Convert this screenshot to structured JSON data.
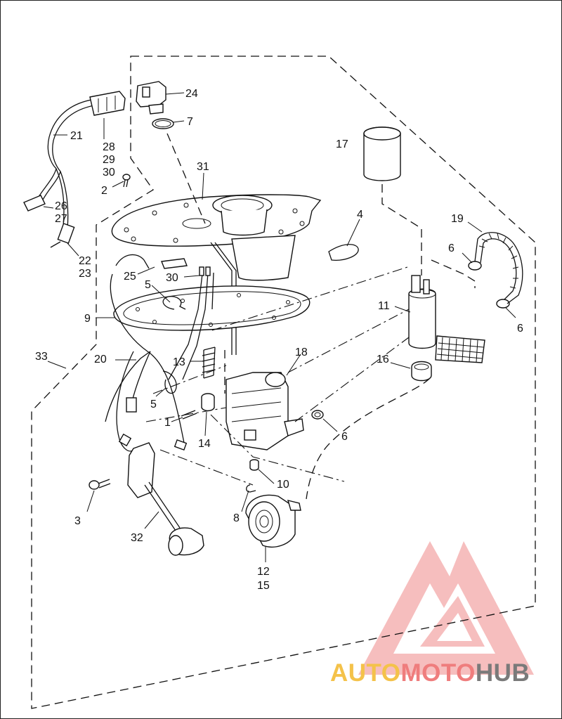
{
  "diagram": {
    "callouts": [
      {
        "id": "c1",
        "text": "1"
      },
      {
        "id": "c2",
        "text": "2"
      },
      {
        "id": "c3",
        "text": "3"
      },
      {
        "id": "c4",
        "text": "4"
      },
      {
        "id": "c5a",
        "text": "5"
      },
      {
        "id": "c5b",
        "text": "5"
      },
      {
        "id": "c6a",
        "text": "6"
      },
      {
        "id": "c6b",
        "text": "6"
      },
      {
        "id": "c6c",
        "text": "6"
      },
      {
        "id": "c7",
        "text": "7"
      },
      {
        "id": "c8",
        "text": "8"
      },
      {
        "id": "c9",
        "text": "9"
      },
      {
        "id": "c10",
        "text": "10"
      },
      {
        "id": "c11",
        "text": "11"
      },
      {
        "id": "c12",
        "text": "12"
      },
      {
        "id": "c15",
        "text": "15"
      },
      {
        "id": "c13",
        "text": "13"
      },
      {
        "id": "c14",
        "text": "14"
      },
      {
        "id": "c16",
        "text": "16"
      },
      {
        "id": "c17",
        "text": "17"
      },
      {
        "id": "c18",
        "text": "18"
      },
      {
        "id": "c19",
        "text": "19"
      },
      {
        "id": "c20",
        "text": "20"
      },
      {
        "id": "c21",
        "text": "21"
      },
      {
        "id": "c22",
        "text": "22"
      },
      {
        "id": "c23",
        "text": "23"
      },
      {
        "id": "c24",
        "text": "24"
      },
      {
        "id": "c25",
        "text": "25"
      },
      {
        "id": "c26",
        "text": "26"
      },
      {
        "id": "c27",
        "text": "27"
      },
      {
        "id": "c28",
        "text": "28"
      },
      {
        "id": "c29",
        "text": "29"
      },
      {
        "id": "c30a",
        "text": "30"
      },
      {
        "id": "c30b",
        "text": "30"
      },
      {
        "id": "c31",
        "text": "31"
      },
      {
        "id": "c32",
        "text": "32"
      },
      {
        "id": "c33",
        "text": "33"
      }
    ]
  },
  "watermark": {
    "part1": "AUTO",
    "part2": "MOTO",
    "part3": "HUB",
    "colors": {
      "auto": "#f4c24a",
      "moto": "#ef7d7d",
      "hub": "#7a7a7a",
      "logo": "#ef8a8a"
    }
  }
}
